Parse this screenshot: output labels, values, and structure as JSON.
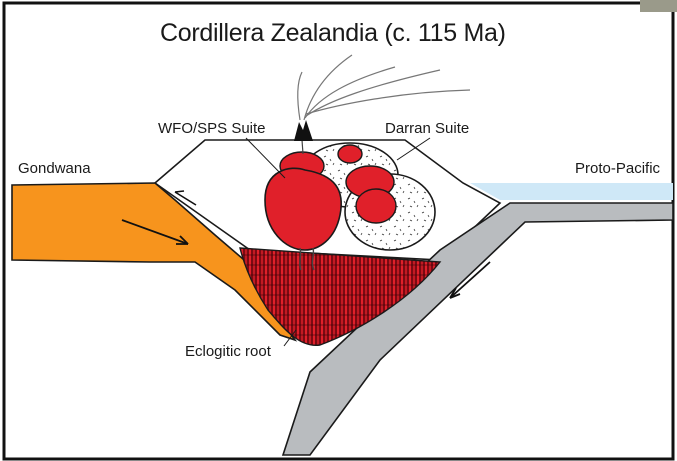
{
  "title": "Cordillera Zealandia (c. 115 Ma)",
  "labels": {
    "gondwana": "Gondwana",
    "proto_pacific": "Proto-Pacific",
    "wfo_sps": "WFO/SPS Suite",
    "darran": "Darran Suite",
    "eclogitic_root": "Eclogitic root"
  },
  "colors": {
    "gondwana_crust": "#f7941d",
    "pluton_red": "#e0202a",
    "ocean": "#cfe8f7",
    "slab": "#b9bcbf",
    "outline": "#1a1a1a"
  }
}
